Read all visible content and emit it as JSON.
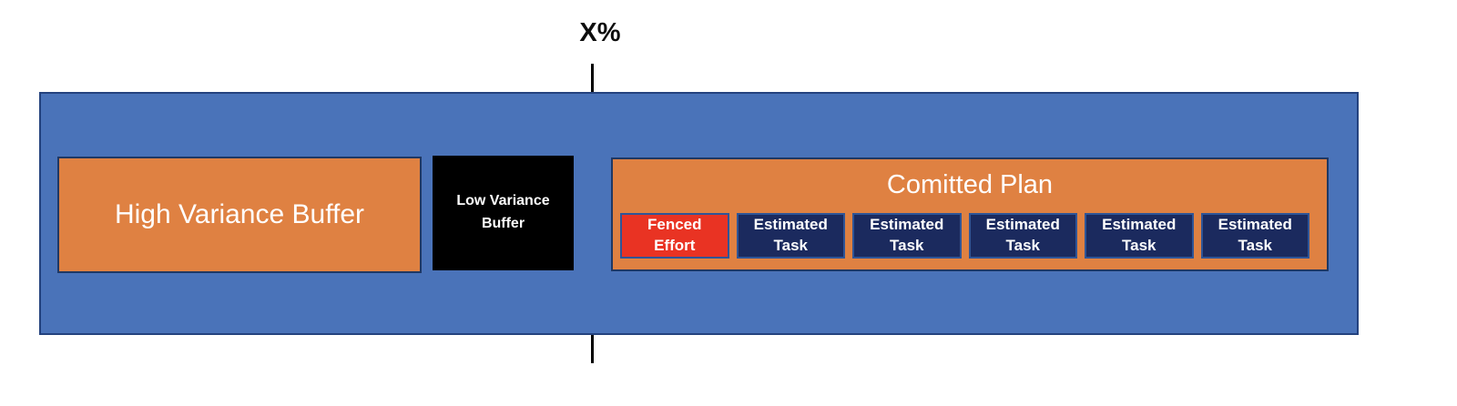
{
  "colors": {
    "canvas-bg": "#FFFFFF",
    "blue": "#4A73B9",
    "blue-border": "#24427E",
    "orange": "#DF8142",
    "orange-border": "#1F3864",
    "black-box": "#000000",
    "red": "#E93323",
    "red-border": "#2F5597",
    "navy": "#1B2A5E",
    "navy-border": "#2F5597",
    "line": "#000000",
    "text-light": "#FFFFFF",
    "text-dark": "#0D0D0D"
  },
  "diagram": {
    "threshold_label": "X%",
    "high_variance_buffer": "High Variance Buffer",
    "low_variance_buffer": "Low Variance Buffer",
    "committed_plan": {
      "title": "Comitted Plan",
      "fenced_effort": "Fenced Effort",
      "tasks": [
        "Estimated Task",
        "Estimated Task",
        "Estimated Task",
        "Estimated Task",
        "Estimated Task"
      ]
    }
  }
}
